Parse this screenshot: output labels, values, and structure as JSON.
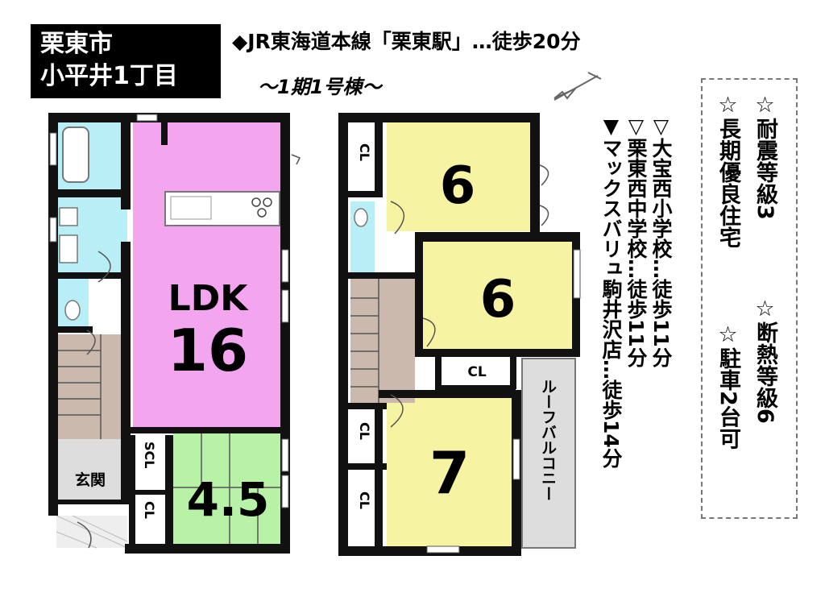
{
  "header": {
    "area_line1": "栗東市",
    "area_line2": "小平井1丁目",
    "station": "◆JR東海道本線「栗東駅」…徒歩20分",
    "phase": "〜1期1号棟〜"
  },
  "rooms": {
    "ldk_label": "LDK",
    "ldk_size": "16",
    "washitsu_size": "4.5",
    "genkan": "玄関",
    "scl": "SCL",
    "cl": "CL",
    "room_a": "6",
    "room_b": "6",
    "room_c": "7",
    "roof_balcony": "ルーフバルコニー"
  },
  "access": {
    "elementary": "▽大宝西小学校…徒歩11分",
    "junior_high": "▽栗東西中学校…徒歩11分",
    "supermarket": "▼マックスバリュ駒井沢店…徒歩14分"
  },
  "features": {
    "line1": "☆耐震等級3",
    "line2": "☆長期優良住宅",
    "line3": "☆断熱等級6",
    "line4": "☆駐車2台可"
  },
  "colors": {
    "ldk": "#f3a6ef",
    "washitsu": "#b8f2a6",
    "bedroom": "#f6f3a3",
    "water": "#b8eef5",
    "stair": "#ccb9ae",
    "balcony": "#dddddd",
    "wall": "#111111"
  }
}
